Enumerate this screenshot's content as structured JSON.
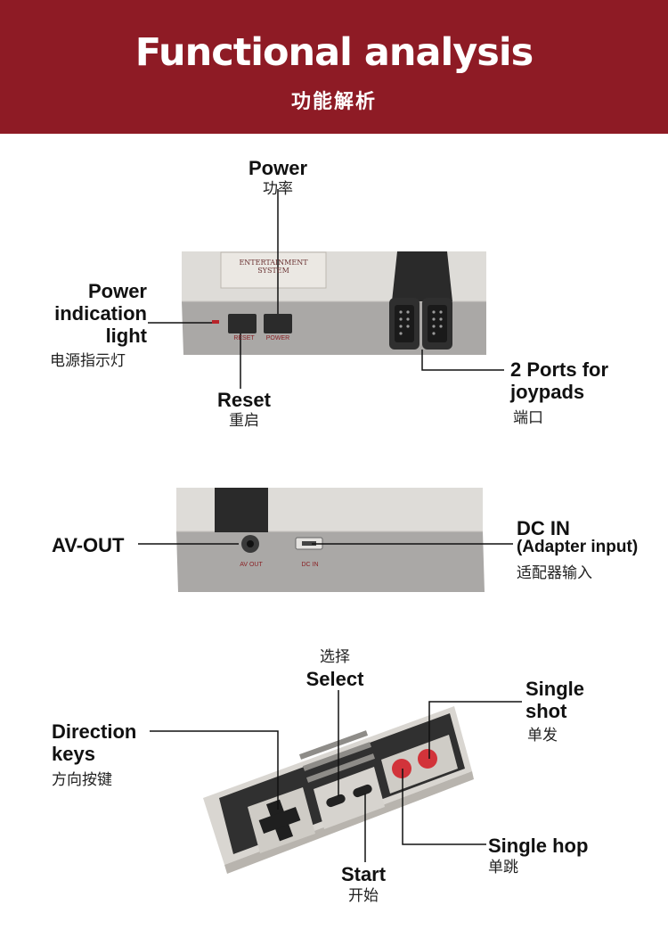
{
  "header": {
    "title": "Functional analysis",
    "subtitle": "功能解析"
  },
  "front_panel": {
    "power": {
      "label": "Power",
      "cn": "功率"
    },
    "power_light": {
      "label_line1": "Power",
      "label_line2": "indication",
      "label_line3": "light",
      "cn": "电源指示灯"
    },
    "reset": {
      "label": "Reset",
      "cn": "重启"
    },
    "ports": {
      "label_line1": "2 Ports for",
      "label_line2": "joypads",
      "cn": "端口"
    },
    "sticker_line1": "ENTERTAINMENT",
    "sticker_line2": "SYSTEM",
    "reset_print": "RESET",
    "power_print": "POWER"
  },
  "back_panel": {
    "av_out": {
      "label": "AV-OUT"
    },
    "dc_in": {
      "label": "DC IN",
      "sub": "(Adapter input)",
      "cn": "适配器输入"
    },
    "av_print": "AV OUT",
    "dc_print": "DC IN"
  },
  "controller": {
    "select": {
      "label": "Select",
      "cn": "选择"
    },
    "direction": {
      "label_line1": "Direction",
      "label_line2": "keys",
      "cn": "方向按键"
    },
    "single_shot": {
      "label_line1": "Single",
      "label_line2": "shot",
      "cn": "单发"
    },
    "single_hop": {
      "label": "Single hop",
      "cn": "单跳"
    },
    "start": {
      "label": "Start",
      "cn": "开始"
    }
  },
  "colors": {
    "banner": "#8e1b25",
    "console_top": "#dedcd8",
    "console_front": "#a9a7a5",
    "port_block": "#2b2b2b",
    "button_red": "#d2333a"
  }
}
